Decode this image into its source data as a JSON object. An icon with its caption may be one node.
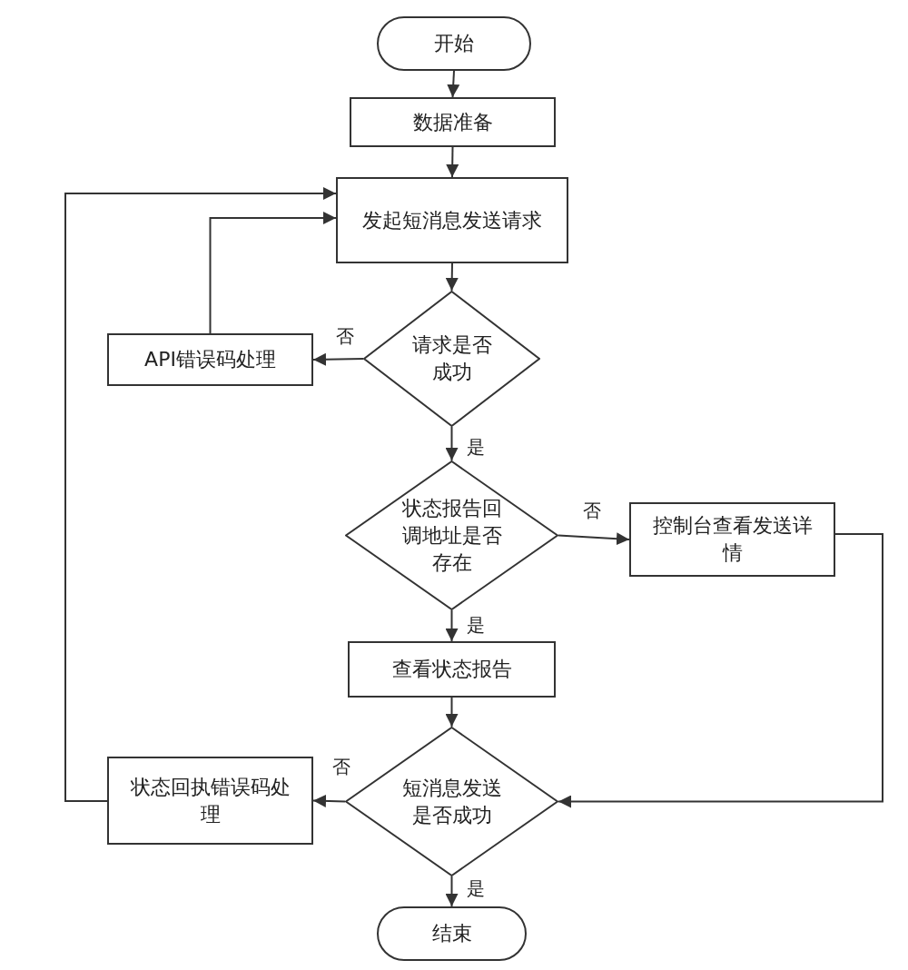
{
  "diagram": {
    "nodes": [
      {
        "text": [
          "开始"
        ]
      },
      {
        "text": [
          "数据准备"
        ]
      },
      {
        "text": [
          "发起短消息发送请求"
        ]
      },
      {
        "text": [
          "请求是否成功"
        ]
      },
      {
        "text": [
          "API错误码处理"
        ]
      },
      {
        "text": [
          "状态报告回调地址是否存在"
        ]
      },
      {
        "text": [
          "控制台查看发送详情"
        ]
      },
      {
        "text": [
          "查看状态报告"
        ]
      },
      {
        "text": [
          "短消息发送是否成功"
        ]
      },
      {
        "text": [
          "状态回执错误码处理"
        ]
      },
      {
        "text": [
          "结束"
        ]
      }
    ],
    "edges": [
      {
        "from": 0,
        "to": 1,
        "arrow": "to"
      },
      {
        "from": 1,
        "to": 2,
        "arrow": "to"
      },
      {
        "from": 2,
        "to": 3,
        "arrow": "to"
      },
      {
        "from": 3,
        "to": 4,
        "arrow": "to",
        "label": "否"
      },
      {
        "from": 3,
        "to": 5,
        "arrow": "to",
        "label": "是"
      },
      {
        "from": 5,
        "to": 6,
        "arrow": "to",
        "label": "否"
      },
      {
        "from": 5,
        "to": 7,
        "arrow": "to",
        "label": "是"
      },
      {
        "from": 7,
        "to": 8,
        "arrow": "to"
      },
      {
        "from": 6,
        "to": 8,
        "arrow": "to"
      },
      {
        "from": 8,
        "to": 9,
        "arrow": "to",
        "label": "否"
      },
      {
        "from": 8,
        "to": 10,
        "arrow": "to",
        "label": "是"
      },
      {
        "from": 4,
        "to": 2,
        "arrow": "to"
      },
      {
        "from": 9,
        "to": 2,
        "arrow": "to"
      }
    ]
  }
}
